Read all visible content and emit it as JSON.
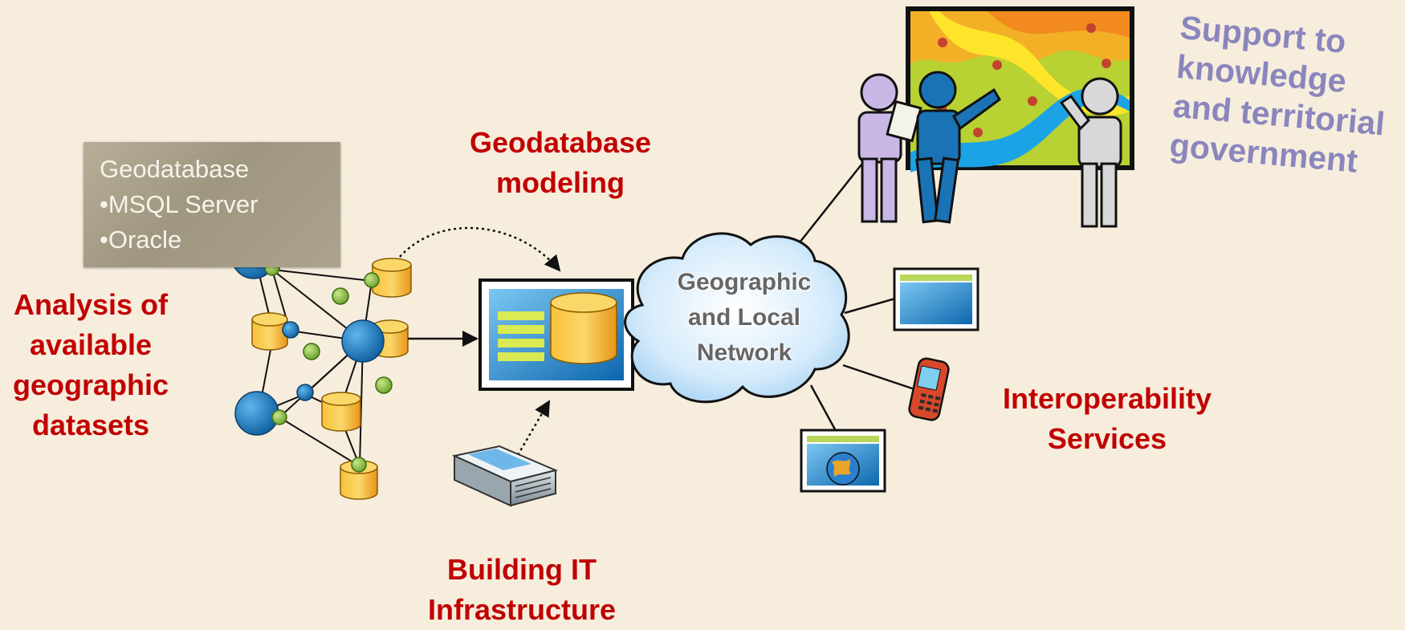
{
  "colors": {
    "background": "#f7eddd",
    "label_red": "#c00000",
    "support_purple": "#8a86bd",
    "db_orange": "#f2a81d",
    "node_blue": "#1f7fc4",
    "node_green": "#8cc63f"
  },
  "geodatabase_box": {
    "lines": [
      "Geodatabase",
      "•MSQL Server",
      "•Oracle"
    ]
  },
  "labels": {
    "analysis": [
      "Analysis of",
      "available",
      "geographic",
      "datasets"
    ],
    "modeling": [
      "Geodatabase",
      "modeling"
    ],
    "infrastructure": [
      "Building IT",
      "Infrastructure"
    ],
    "interoperability": [
      "Interoperability",
      "Services"
    ],
    "support": [
      "Support to",
      "knowledge",
      "and territorial",
      "government"
    ]
  },
  "cloud": {
    "lines": [
      "Geographic",
      "and Local",
      "Network"
    ]
  },
  "icons": {
    "network": "network-graph-icon",
    "database_app": "database-application-icon",
    "server": "server-icon",
    "cloud": "cloud-icon",
    "map_people": "people-viewing-map-icon",
    "window": "window-icon",
    "phone": "mobile-phone-icon",
    "globe_window": "globe-window-icon"
  }
}
